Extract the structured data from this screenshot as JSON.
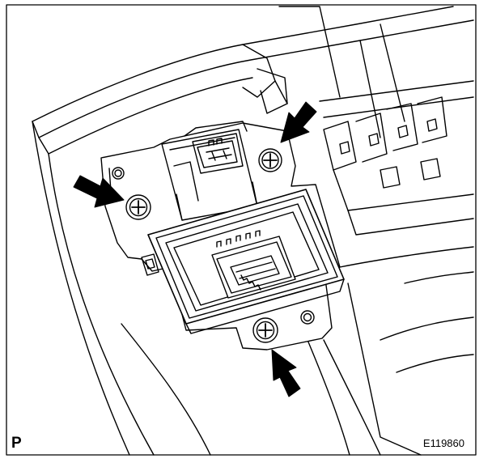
{
  "figure": {
    "view_label": "P",
    "illustration_id": "E119860"
  },
  "callouts": {
    "arrow_count": 3,
    "arrow_meaning": "screw locations"
  }
}
